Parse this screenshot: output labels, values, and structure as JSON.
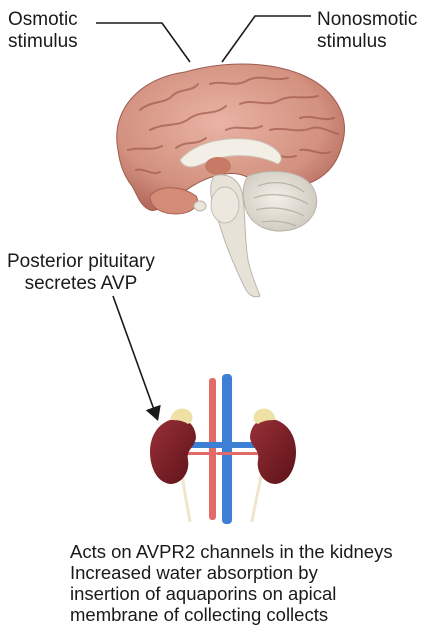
{
  "labels": {
    "osmotic_line1": "Osmotic",
    "osmotic_line2": "stimulus",
    "nonosmotic_line1": "Nonosmotic",
    "nonosmotic_line2": "stimulus",
    "pituitary_line1": "Posterior pituitary",
    "pituitary_line2": "secretes AVP",
    "kidney_line1": "Acts on AVPR2 channels in the kidneys",
    "kidney_line2": "Increased water absorption by",
    "kidney_line3": "insertion of aquaporins on apical",
    "kidney_line4": "membrane of collecting collects"
  },
  "colors": {
    "brain": "#d99c8c",
    "brain_shadow": "#b9716a",
    "brainstem": "#e4e1d8",
    "cerebellum": "#e7e3da",
    "kidney": "#7c1f25",
    "adrenal": "#efe1a8",
    "vein": "#3f7fd1",
    "artery": "#e56c6c",
    "ureter": "#f1e9cf"
  },
  "icons": [
    "brain-illustration",
    "kidneys-illustration"
  ]
}
